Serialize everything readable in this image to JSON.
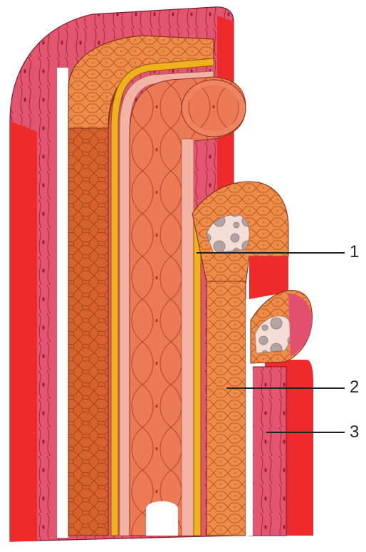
{
  "figure": {
    "callouts": [
      {
        "id": "1",
        "text": "1"
      },
      {
        "id": "2",
        "text": "2"
      },
      {
        "id": "3",
        "text": "3"
      }
    ],
    "colors": {
      "adventitia": "#e1506e",
      "adventitia_edge": "#ee2a2a",
      "media": "#d9692e",
      "media_light": "#f09a55",
      "intima": "#ec7a55",
      "yellow_layer": "#f0b020",
      "pale_layer": "#f2b2a4",
      "marrow_grey": "#b4a3a3"
    }
  }
}
